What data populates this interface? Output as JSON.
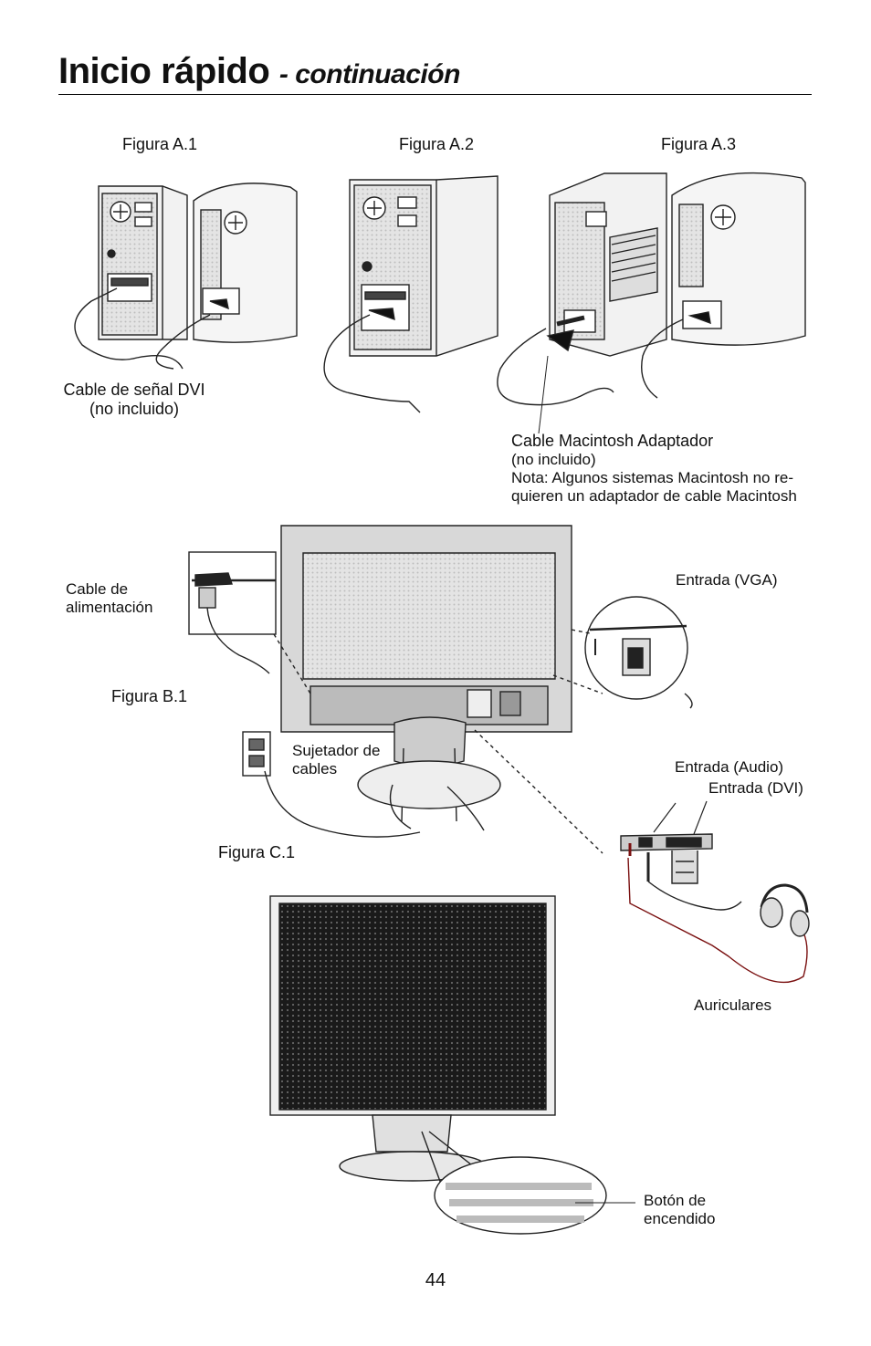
{
  "header": {
    "title": "Inicio rápido",
    "subtitle": "- continuación"
  },
  "figures": {
    "a1": "Figura A.1",
    "a2": "Figura A.2",
    "a3": "Figura A.3",
    "b1": "Figura B.1",
    "c1": "Figura C.1"
  },
  "labels": {
    "dvi_cable_1": "Cable de señal DVI",
    "dvi_cable_2": "(no incluido)",
    "mac_1": "Cable Macintosh Adaptador",
    "mac_2": "(no incluido)",
    "mac_3": "Nota: Algunos sistemas Macintosh no re-",
    "mac_4": "quieren un adaptador de cable Macintosh",
    "power_1": "Cable de",
    "power_2": "alimentación",
    "vga": "Entrada (VGA)",
    "clamp_1": "Sujetador de",
    "clamp_2": "cables",
    "audio": "Entrada (Audio)",
    "dvi_in": "Entrada (DVI)",
    "headphones": "Auriculares",
    "power_btn_1": "Botón de",
    "power_btn_2": "encendido"
  },
  "page_number": "44"
}
